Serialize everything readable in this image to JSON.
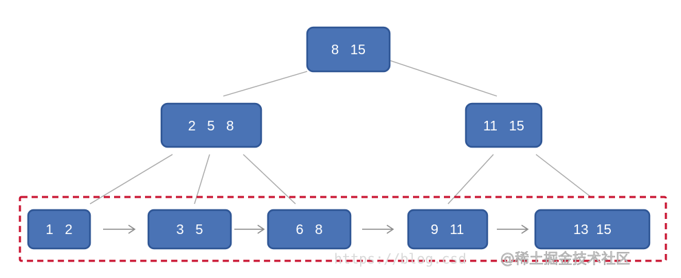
{
  "nodes": {
    "root": "8   15",
    "internal_left": "2   5   8",
    "internal_right": "11   15",
    "leaf_1": "1   2",
    "leaf_2": "3   5",
    "leaf_3": "6   8",
    "leaf_4": "9   11",
    "leaf_5": "13  15"
  },
  "watermark": {
    "url": "https://blog.csd",
    "site": "@稀土掘金技术社区"
  },
  "colors": {
    "node_fill": "#4a73b5",
    "node_border": "#2f5695",
    "node_text": "#ffffff",
    "edge": "#a9a9a9",
    "leaf_frame": "#c8102e"
  }
}
